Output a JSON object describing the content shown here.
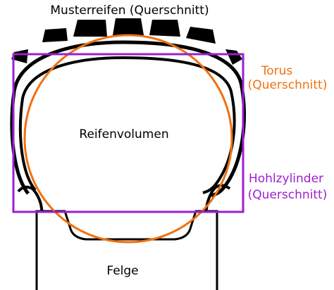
{
  "labels": {
    "tire_title": "Musterreifen (Querschnitt)",
    "torus_line1": "Torus",
    "torus_line2": "(Querschnitt)",
    "cylinder_line1": "Hohlzylinder",
    "cylinder_line2": "(Querschnitt)",
    "volume": "Reifenvolumen",
    "rim": "Felge"
  },
  "colors": {
    "tire": "#000000",
    "torus": "#f07010",
    "cylinder": "#9b1fd1",
    "background": "#ffffff"
  }
}
